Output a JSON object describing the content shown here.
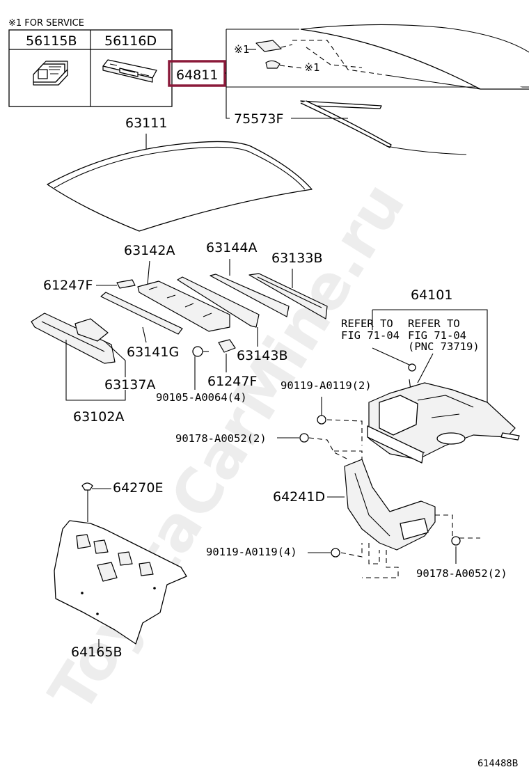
{
  "service_note": "※1 FOR SERVICE",
  "service_box": {
    "left_part": "56115B",
    "right_part": "56116D"
  },
  "highlight": {
    "part": "64811",
    "color": "#8b1a3a"
  },
  "callouts": {
    "mark_1_upper": "※1",
    "mark_1_lower": "※1",
    "p75573F": "75573F",
    "p63111": "63111",
    "p63142A": "63142A",
    "p63144A": "63144A",
    "p63133B": "63133B",
    "p61247F_top": "61247F",
    "p63141G": "63141G",
    "p63143B": "63143B",
    "p63137A": "63137A",
    "p61247F_bottom": "61247F",
    "p90105": "90105-A0064(4)",
    "p63102A": "63102A",
    "p64101": "64101",
    "refer_1_line1": "REFER TO",
    "refer_1_line2": "FIG 71-04",
    "refer_2_line1": "REFER TO",
    "refer_2_line2": "FIG 71-04",
    "refer_2_line3": "(PNC 73719)",
    "p90119_2": "90119-A0119(2)",
    "p90178_2_left": "90178-A0052(2)",
    "p64270E": "64270E",
    "p64241D": "64241D",
    "p90119_4": "90119-A0119(4)",
    "p90178_2_right": "90178-A0052(2)",
    "p64165B": "64165B"
  },
  "watermark": "ToyotaCarMine.ru",
  "figure_code": "614488B"
}
